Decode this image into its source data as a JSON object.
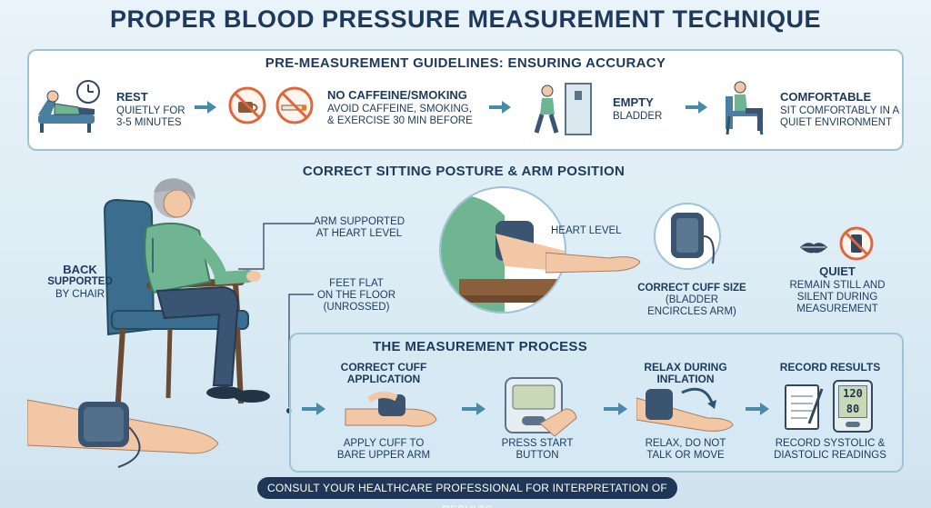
{
  "title": "PROPER BLOOD PRESSURE MEASUREMENT TECHNIQUE",
  "guidelines": {
    "heading": "PRE-MEASUREMENT GUIDELINES: ENSURING ACCURACY",
    "steps": [
      {
        "title": "REST",
        "desc_lines": [
          "QUIETLY FOR",
          "3-5 MINUTES"
        ]
      },
      {
        "title": "NO CAFFEINE/SMOKING",
        "desc_lines": [
          "AVOID CAFFEINE, SMOKING,",
          "& EXERCISE 30 MIN BEFORE"
        ]
      },
      {
        "title": "EMPTY",
        "desc_lines": [
          "BLADDER"
        ]
      },
      {
        "title": "COMFORTABLE",
        "desc_lines": [
          "SIT COMFORTABLY IN A",
          "QUIET ENVIRONMENT"
        ]
      }
    ]
  },
  "posture": {
    "heading": "CORRECT SITTING POSTURE & ARM POSITION",
    "back": [
      "BACK",
      "SUPPORTED",
      "BY CHAIR"
    ],
    "arm_supported": [
      "ARM SUPPORTED",
      "AT HEART LEVEL"
    ],
    "feet": [
      "FEET FLAT",
      "ON THE FLOOR",
      "(UNROSSED)"
    ],
    "heart_level": "HEART LEVEL",
    "cuff_size": [
      "CORRECT CUFF SIZE",
      "(BLADDER",
      "ENCIRCLES ARM)"
    ],
    "quiet": [
      "QUIET",
      "REMAIN STILL AND",
      "SILENT DURING",
      "MEASUREMENT"
    ]
  },
  "process": {
    "heading": "THE MEASUREMENT PROCESS",
    "steps": [
      {
        "title": [
          "CORRECT CUFF",
          "APPLICATION"
        ],
        "desc": [
          "APPLY CUFF TO",
          "BARE UPPER ARM"
        ]
      },
      {
        "title": [],
        "desc": [
          "PRESS START",
          "BUTTON"
        ]
      },
      {
        "title": [
          "RELAX DURING",
          "INFLATION"
        ],
        "desc": [
          "RELAX, DO NOT",
          "TALK OR MOVE"
        ]
      },
      {
        "title": [
          "RECORD RESULTS"
        ],
        "desc": [
          "RECORD SYSTOLIC &",
          "DIASTOLIC READINGS"
        ]
      }
    ],
    "monitor_reading": [
      "120",
      "80"
    ]
  },
  "footer": "CONSULT YOUR HEALTHCARE PROFESSIONAL FOR INTERPRETATION OF RESULTS",
  "colors": {
    "accent": "#4a8aa8",
    "navy": "#1d3a5c",
    "shirt": "#6fb592",
    "chair": "#3b6e8e",
    "pants": "#3a5473",
    "skin": "#f2c7a5",
    "no_sign": "#e0663c"
  }
}
